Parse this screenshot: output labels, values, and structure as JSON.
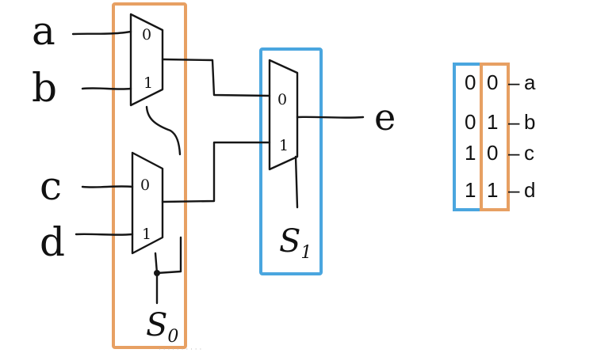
{
  "diagram": {
    "inputs": [
      "a",
      "b",
      "c",
      "d"
    ],
    "output": "e",
    "select_lines": [
      "S0",
      "S1"
    ],
    "mux_port_labels": [
      "0",
      "1"
    ],
    "colors": {
      "select_s0_box": "#e7a063",
      "select_s1_box": "#4aa6df",
      "ink": "#161616"
    }
  },
  "table": {
    "rows": [
      {
        "s1": "0",
        "s0": "0",
        "dash": "–",
        "input": "a"
      },
      {
        "s1": "0",
        "s0": "1",
        "dash": "–",
        "input": "b"
      },
      {
        "s1": "1",
        "s0": "0",
        "dash": "–",
        "input": "c"
      },
      {
        "s1": "1",
        "s0": "1",
        "dash": "–",
        "input": "d"
      }
    ]
  }
}
